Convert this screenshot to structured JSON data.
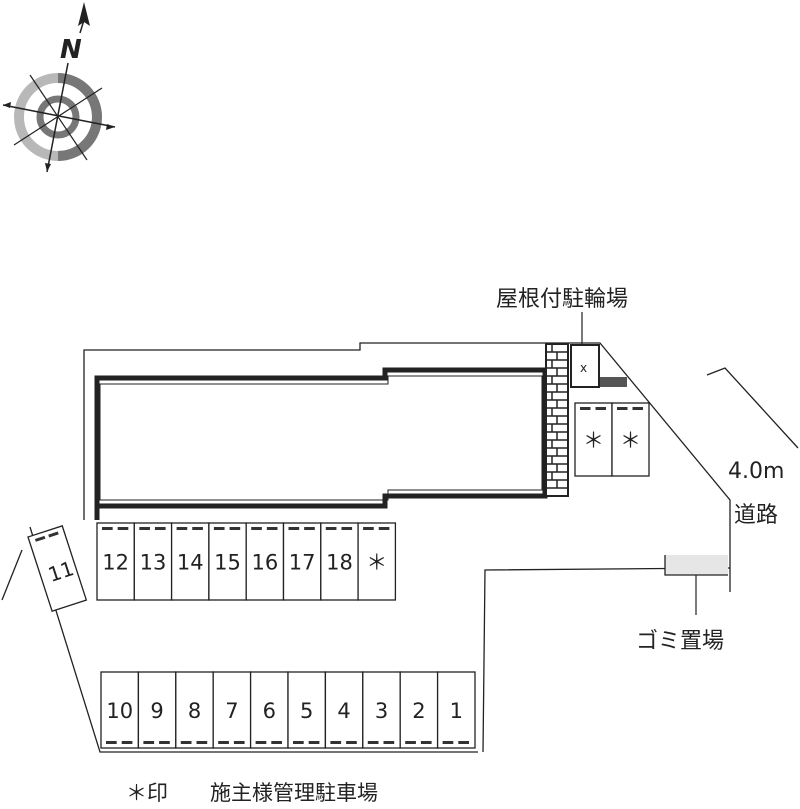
{
  "compass": {
    "north_label": "N"
  },
  "labels": {
    "bicycle_parking": "屋根付駐輪場",
    "road_width": "4.0m",
    "road": "道路",
    "garbage": "ゴミ置場",
    "legend_mark": "＊印",
    "legend_text": "施主様管理駐車場"
  },
  "upper_row": [
    "12",
    "13",
    "14",
    "15",
    "16",
    "17",
    "18",
    "＊"
  ],
  "side_stall": "11",
  "lower_row": [
    "10",
    "9",
    "8",
    "7",
    "6",
    "5",
    "4",
    "3",
    "2",
    "1"
  ],
  "bike_stalls": [
    "＊",
    "＊"
  ],
  "bike_box_mark": "x",
  "colors": {
    "line": "#222222",
    "ring_light": "#b8b8b8",
    "ring_dark": "#777777",
    "garbage_fill": "#e6e6e6"
  }
}
